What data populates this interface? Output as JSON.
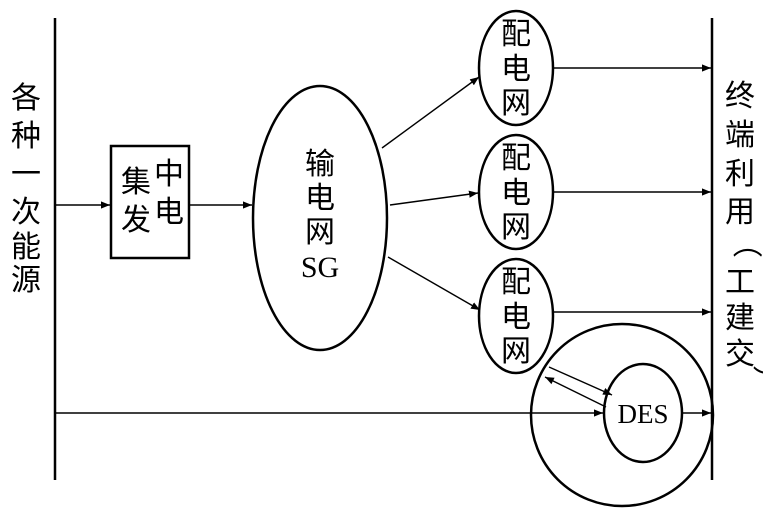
{
  "left_label": [
    "各",
    "种",
    "一",
    "次",
    "能",
    "源"
  ],
  "right_label": [
    "终",
    "端",
    "利",
    "用",
    "（",
    "工",
    "建",
    "交",
    "）"
  ],
  "central_generation": {
    "row1": [
      "集",
      "中"
    ],
    "row2": [
      "发",
      "电"
    ]
  },
  "transmission_grid": {
    "lines": [
      "输",
      "电",
      "网"
    ],
    "abbr": "SG"
  },
  "distribution_grids": [
    {
      "lines": [
        "配",
        "电",
        "网"
      ]
    },
    {
      "lines": [
        "配",
        "电",
        "网"
      ]
    },
    {
      "lines": [
        "配",
        "电",
        "网"
      ]
    }
  ],
  "des_label": "DES"
}
